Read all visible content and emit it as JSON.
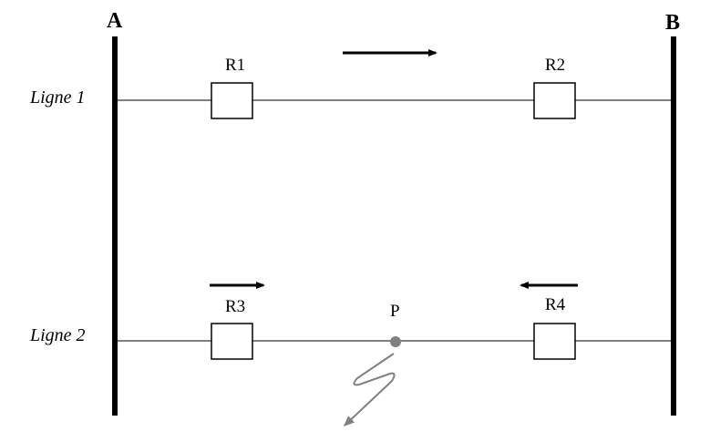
{
  "buses": {
    "a": "A",
    "b": "B"
  },
  "lines": {
    "line1": "Ligne 1",
    "line2": "Ligne 2"
  },
  "relays": {
    "r1": "R1",
    "r2": "R2",
    "r3": "R3",
    "r4": "R4"
  },
  "fault": {
    "label": "P",
    "color": "#808080"
  }
}
